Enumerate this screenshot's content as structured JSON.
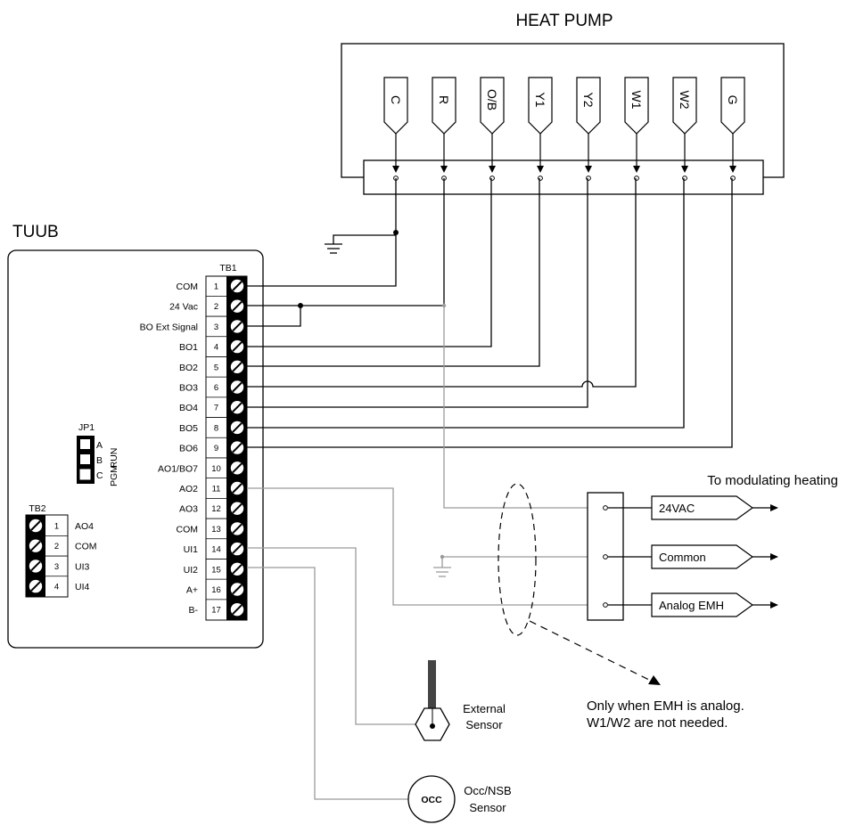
{
  "heat_pump": {
    "title": "HEAT PUMP",
    "terminals": [
      {
        "label": "C"
      },
      {
        "label": "R"
      },
      {
        "label": "O/B"
      },
      {
        "label": "Y1"
      },
      {
        "label": "Y2"
      },
      {
        "label": "W1"
      },
      {
        "label": "W2"
      },
      {
        "label": "G"
      }
    ]
  },
  "tuub": {
    "title": "TUUB",
    "tb1": {
      "title": "TB1",
      "rows": [
        {
          "label": "COM",
          "num": "1"
        },
        {
          "label": "24 Vac",
          "num": "2"
        },
        {
          "label": "BO Ext Signal",
          "num": "3"
        },
        {
          "label": "BO1",
          "num": "4"
        },
        {
          "label": "BO2",
          "num": "5"
        },
        {
          "label": "BO3",
          "num": "6"
        },
        {
          "label": "BO4",
          "num": "7"
        },
        {
          "label": "BO5",
          "num": "8"
        },
        {
          "label": "BO6",
          "num": "9"
        },
        {
          "label": "AO1/BO7",
          "num": "10"
        },
        {
          "label": "AO2",
          "num": "11"
        },
        {
          "label": "AO3",
          "num": "12"
        },
        {
          "label": "COM",
          "num": "13"
        },
        {
          "label": "UI1",
          "num": "14"
        },
        {
          "label": "UI2",
          "num": "15"
        },
        {
          "label": "A+",
          "num": "16"
        },
        {
          "label": "B-",
          "num": "17"
        }
      ]
    },
    "tb2": {
      "title": "TB2",
      "rows": [
        {
          "num": "1",
          "label": "AO4"
        },
        {
          "num": "2",
          "label": "COM"
        },
        {
          "num": "3",
          "label": "UI3"
        },
        {
          "num": "4",
          "label": "UI4"
        }
      ]
    },
    "jp1": {
      "title": "JP1",
      "pins": [
        "A",
        "B",
        "C"
      ],
      "run_label": "RUN",
      "pgm_label": "PGM"
    }
  },
  "emh": {
    "header": "To modulating heating",
    "outputs": [
      {
        "label": "24VAC"
      },
      {
        "label": "Common"
      },
      {
        "label": "Analog EMH"
      }
    ],
    "note_line1": "Only when EMH is analog.",
    "note_line2": "W1/W2 are not needed."
  },
  "sensors": {
    "external_line1": "External",
    "external_line2": "Sensor",
    "occ_symbol": "OCC",
    "occ_line1": "Occ/NSB",
    "occ_line2": "Sensor"
  },
  "colors": {
    "wire": "#000000",
    "analog_wire": "#9a9a9a",
    "terminal_block": "#000000"
  }
}
